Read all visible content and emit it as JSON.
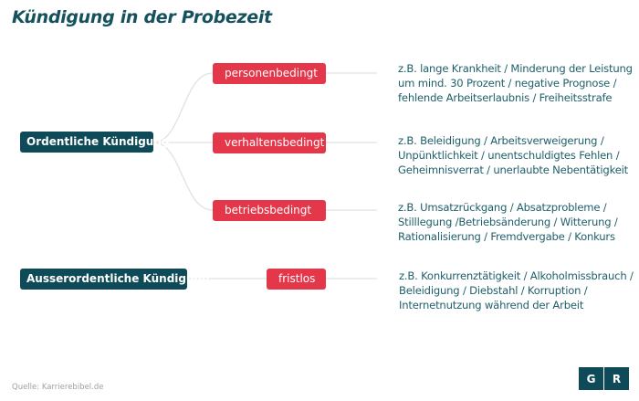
{
  "title": "Kündigung in der Probezeit",
  "categories": [
    {
      "label": "Ordentliche Kündigung",
      "types": [
        {
          "label": "personenbedingt",
          "examples": [
            "z.B. lange Krankheit / Minderung der Leistung",
            "um mind. 30 Prozent / negative Prognose /",
            "fehlende Arbeitserlaubnis / Freiheitsstrafe"
          ]
        },
        {
          "label": "verhaltensbedingt",
          "examples": [
            "z.B. Beleidigung / Arbeitsverweigerung /",
            "Unpünktlichkeit / unentschuldigtes Fehlen /",
            "Geheimnisverrat / unerlaubte Nebentätigkeit"
          ]
        },
        {
          "label": "betriebsbedingt",
          "examples": [
            "z.B. Umsatzrückgang / Absatzprobleme /",
            "Stilllegung /Betriebsänderung / Witterung /",
            "Rationalisierung / Fremdvergabe / Konkurs"
          ]
        }
      ]
    },
    {
      "label": "Ausserordentliche Kündigung",
      "types": [
        {
          "label": "fristlos",
          "examples": [
            "z.B. Konkurrenztätigkeit / Alkoholmissbrauch /",
            "Beleidigung / Diebstahl / Korruption /",
            "Internetnutzung während der Arbeit"
          ]
        }
      ]
    }
  ],
  "source": "Quelle: Karrierebibel.de",
  "logo": [
    "G",
    "R"
  ],
  "colors": {
    "dark": "#0e4a57",
    "red": "#e5374a",
    "text": "#1f5f6b",
    "line": "#e0e0e0"
  }
}
